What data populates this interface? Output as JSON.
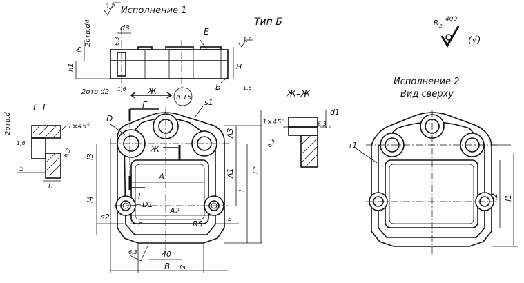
{
  "labels": {
    "variant1": "Исполнение 1",
    "type_b": "Тип Б",
    "variant2": "Исполнение 2",
    "top_view": "Вид сверху",
    "section_gg": "Г–Г",
    "section_zhzh": "Ж–Ж",
    "note_p15": "п.15"
  },
  "dimensions": {
    "d4_holes": "2отв.d4",
    "d2_holes": "2отв.d2",
    "d_holes": "2отв.d",
    "d3": "d3",
    "d1": "d1",
    "D": "D",
    "D1": "D1",
    "A": "A",
    "A1": "A1",
    "A2": "A2",
    "A3": "A3",
    "B": "B",
    "E": "E",
    "H": "H",
    "h": "h",
    "h1": "h1",
    "l": "l",
    "l1": "l1",
    "l2": "l2",
    "l3": "l3",
    "l4": "l4",
    "l5": "l5",
    "L_star": "L*",
    "r": "r",
    "r1": "r1",
    "R5": "R5",
    "s": "s",
    "s1": "s1",
    "s2": "s2",
    "dim_40": "40",
    "dim_2": "2",
    "dim_5": "5",
    "chamfer_1x45": "1×45°",
    "letter_B_ru": "Б",
    "letter_G_ru": "Г",
    "letter_Zh_ru": "Ж"
  },
  "roughness": {
    "general_rz": "Rz 400",
    "general_rz_sub": "z",
    "general_rz_value": "400",
    "general_R": "R",
    "general_paren": "(√)",
    "r_3_2": "3,2",
    "r_6_3": "6,3",
    "r_1_6": "1,6"
  }
}
